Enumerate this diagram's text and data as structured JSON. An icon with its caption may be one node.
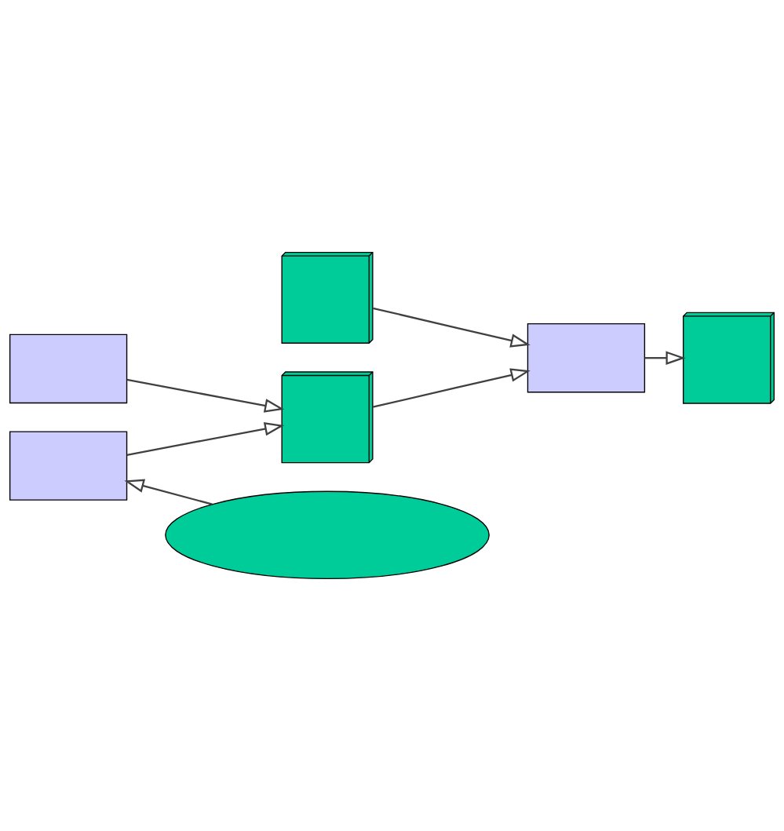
{
  "diagram": {
    "nodes": [
      {
        "text": [],
        "shape": "stack"
      },
      {
        "text": [],
        "shape": "box"
      },
      {
        "text": [],
        "shape": "stack"
      },
      {
        "text": [],
        "shape": "box"
      },
      {
        "text": [],
        "shape": "stack"
      },
      {
        "text": [],
        "shape": "box"
      },
      {
        "text": [],
        "shape": "cloud"
      }
    ],
    "edges": [
      {
        "from": 0,
        "to": 3,
        "arrow": "to"
      },
      {
        "from": 1,
        "to": 2,
        "arrow": "to"
      },
      {
        "from": 5,
        "to": 2,
        "arrow": "to"
      },
      {
        "from": 2,
        "to": 3,
        "arrow": "to"
      },
      {
        "from": 3,
        "to": 4,
        "arrow": "to"
      },
      {
        "from": 6,
        "to": 5,
        "arrow": "to"
      }
    ]
  }
}
